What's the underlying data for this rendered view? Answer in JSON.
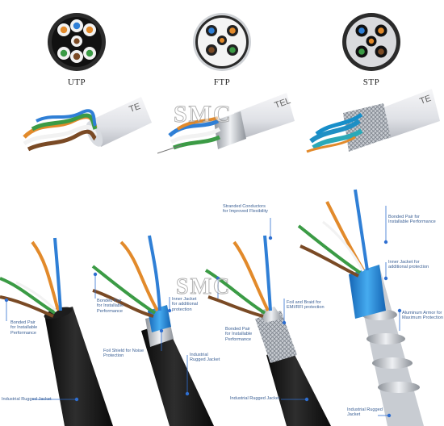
{
  "cross_sections": [
    {
      "label": "UTP"
    },
    {
      "label": "FTP"
    },
    {
      "label": "STP"
    }
  ],
  "printed_text": {
    "jacket_print_1": "TE",
    "jacket_print_2": "TEL",
    "jacket_print_3": "TE"
  },
  "watermark": "SMC",
  "callouts": {
    "cable1": {
      "bonded_pair": "Bonded Pair\nfor Installable\nPerformance",
      "jacket": "Industrial Rugged Jacket"
    },
    "cable2": {
      "bonded_pair": "Bonded Pair\nfor Installable\nPerformance",
      "inner_jacket": "Inner Jacket\nfor additional\nprotection",
      "foil_shield": "Foil Shield for Noise\nProtection",
      "jacket": "Industrial\nRugged Jacket"
    },
    "cable3": {
      "stranded": "Stranded Conductors\nfor Improved Flexibility",
      "foil_braid": "Foil and Braid for\nEMI/RFI protection",
      "bonded_pair": "Bonded Pair\nfor Installable\nPerformance",
      "jacket": "Industrial Rugged Jacket"
    },
    "cable4": {
      "bonded_pair": "Bonded Pair for\nInstallable Performance",
      "inner_jacket": "Inner Jacket for\nadditional protection",
      "armor": "Aluminum Armor for\nMaximum Protection",
      "jacket": "Industrial Rugged\nJacket"
    }
  },
  "colors": {
    "callout_text": "#3a5f94",
    "callout_line": "#2f6fd1",
    "jacket_black": "#141414",
    "jacket_white": "#e6e7ea",
    "inner_blue": "#2a8fd8"
  }
}
